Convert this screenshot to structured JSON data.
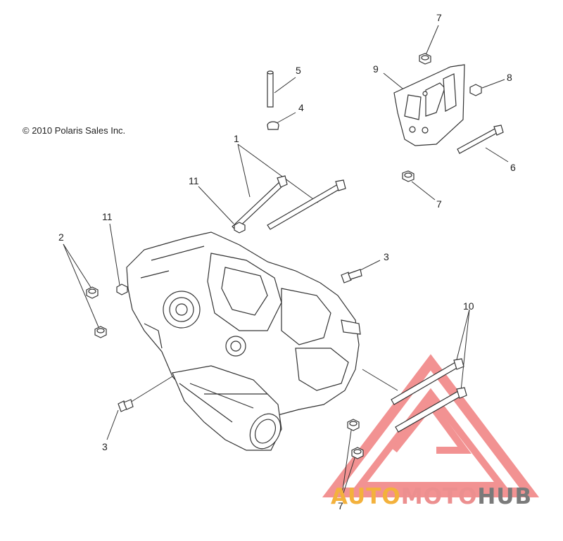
{
  "copyright": "© 2010 Polaris Sales Inc.",
  "callouts": [
    {
      "id": "c7-top",
      "label": "7"
    },
    {
      "id": "c5",
      "label": "5"
    },
    {
      "id": "c9",
      "label": "9"
    },
    {
      "id": "c8",
      "label": "8"
    },
    {
      "id": "c4",
      "label": "4"
    },
    {
      "id": "c1",
      "label": "1"
    },
    {
      "id": "c6",
      "label": "6"
    },
    {
      "id": "c11-a",
      "label": "11"
    },
    {
      "id": "c7-mid",
      "label": "7"
    },
    {
      "id": "c11-b",
      "label": "11"
    },
    {
      "id": "c2",
      "label": "2"
    },
    {
      "id": "c3-right",
      "label": "3"
    },
    {
      "id": "c10",
      "label": "10"
    },
    {
      "id": "c3-left",
      "label": "3"
    },
    {
      "id": "c7-bottom",
      "label": "7"
    }
  ],
  "watermark": {
    "part1": "AUTO",
    "part2": "MOTO",
    "part3": "HUB",
    "colors": {
      "auto": "#f3b13c",
      "moto": "#ec8f8f",
      "hub": "#7a7a7a",
      "triangle": "#ee6e6e"
    }
  }
}
